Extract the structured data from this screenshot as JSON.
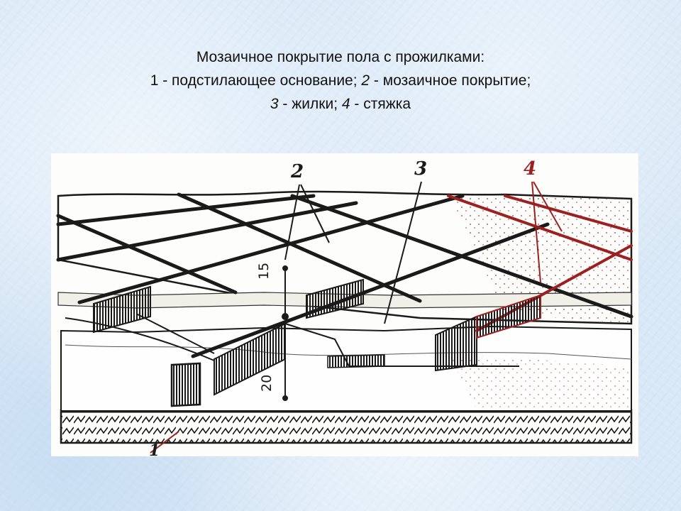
{
  "caption": {
    "title": "Мозаичное покрытие пола с прожилками:",
    "line2": [
      {
        "num": "1",
        "text": " - подстилающее основание;  "
      },
      {
        "num": "2",
        "text": " - мозаичное покрытие;"
      }
    ],
    "line3": [
      {
        "num": "3",
        "text": " - жилки; "
      },
      {
        "num": "4",
        "text": " - стяжка"
      }
    ]
  },
  "diagram": {
    "labels": {
      "coating": "2",
      "veins": "3",
      "screed": "4",
      "base": "1"
    },
    "dimensions": {
      "mosaic_thickness": "15",
      "screed_thickness": "20"
    },
    "colors": {
      "ink": "#1a1a1a",
      "red_ink": "#9c2020",
      "paper": "#fdfdfb"
    }
  }
}
